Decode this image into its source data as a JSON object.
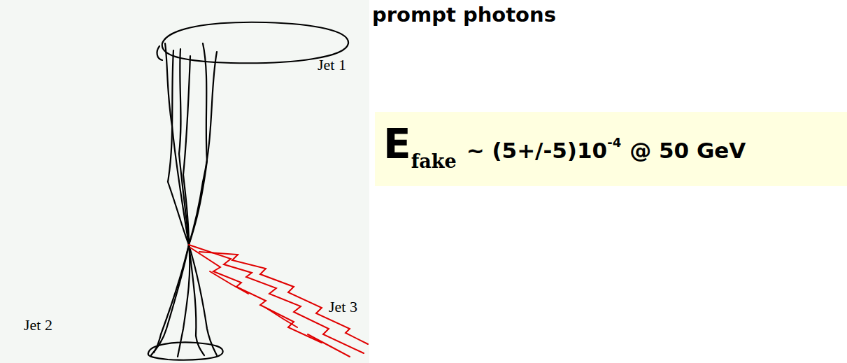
{
  "diagram": {
    "title": "prompt photons",
    "nodes": [
      {
        "text": [
          "E",
          "fake",
          "~ (5+/-5)10",
          "-4",
          "@ 50 GeV"
        ]
      }
    ],
    "labels": [
      "Jet 1",
      "Jet 2",
      "Jet 3"
    ]
  }
}
